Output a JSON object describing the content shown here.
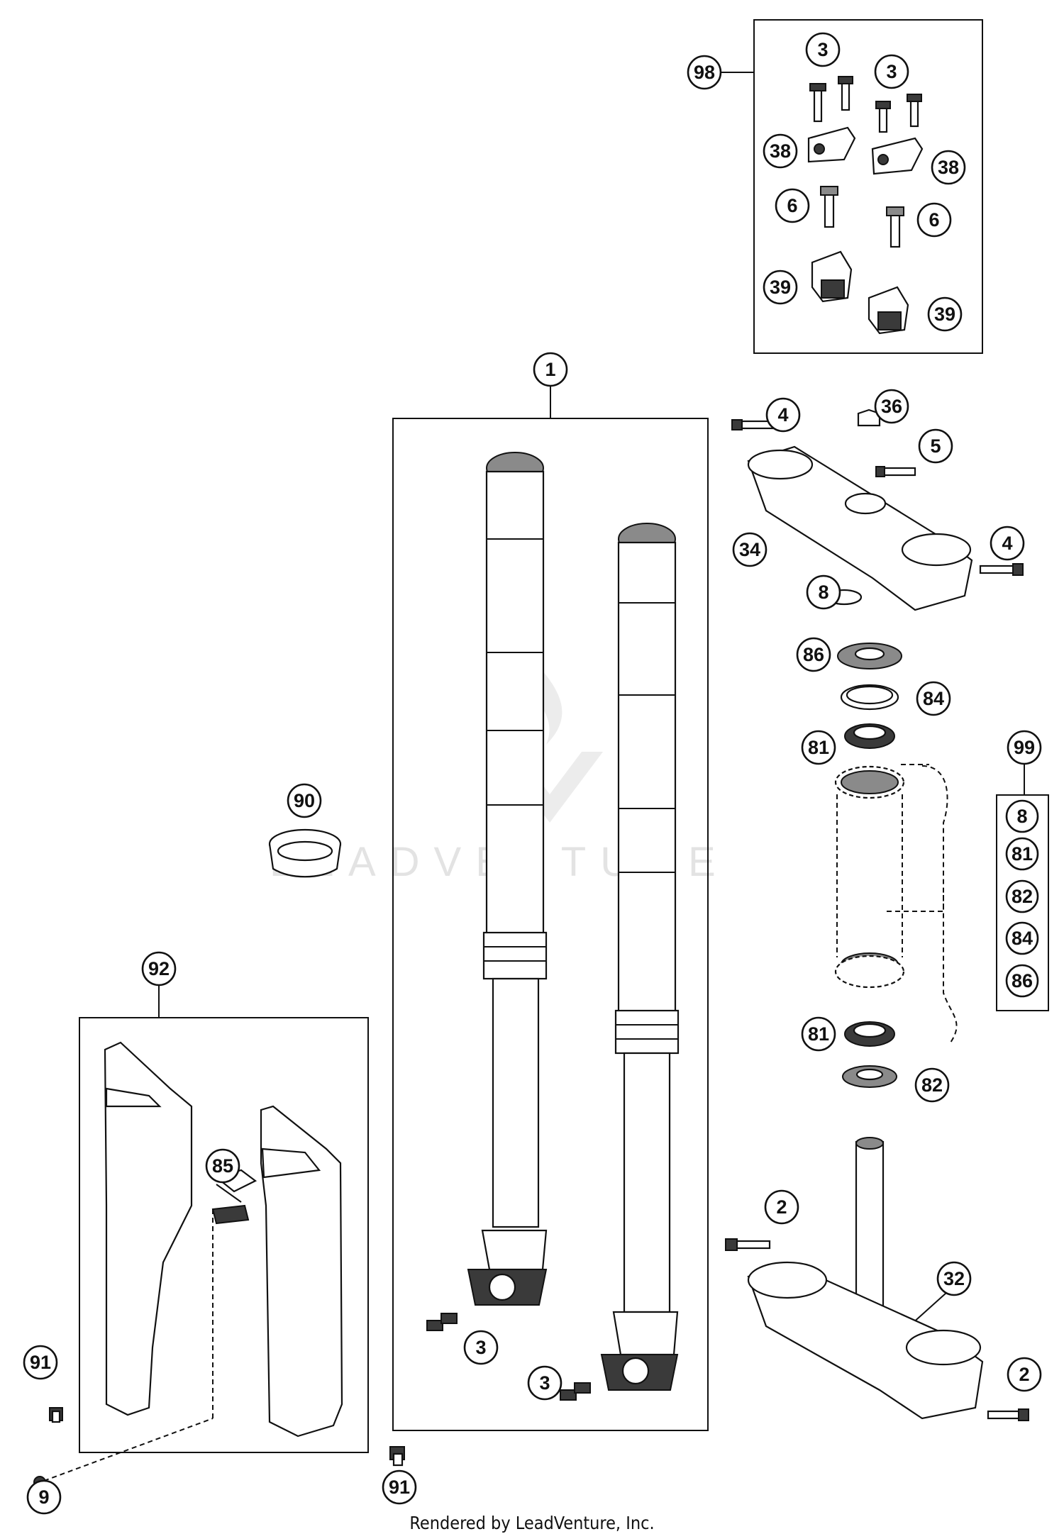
{
  "diagram": {
    "callouts": {
      "c1": "1",
      "c2a": "2",
      "c2b": "2",
      "c3_top_left": "3",
      "c3_top_right": "3",
      "c3_clamp_left": "3",
      "c3_clamp_right": "3",
      "c4a": "4",
      "c4b": "4",
      "c5": "5",
      "c6a": "6",
      "c6b": "6",
      "c8": "8",
      "c9": "9",
      "c32": "32",
      "c34": "34",
      "c36": "36",
      "c38a": "38",
      "c38b": "38",
      "c39a": "39",
      "c39b": "39",
      "c81a": "81",
      "c81b": "81",
      "c82": "82",
      "c84": "84",
      "c85": "85",
      "c86": "86",
      "c90": "90",
      "c91a": "91",
      "c91b": "91",
      "c92": "92",
      "c98": "98",
      "c99": "99"
    },
    "kit99_items": [
      "8",
      "81",
      "82",
      "84",
      "86"
    ],
    "watermark": "LEADVENTURE",
    "credit": "Rendered by LeadVenture, Inc."
  }
}
